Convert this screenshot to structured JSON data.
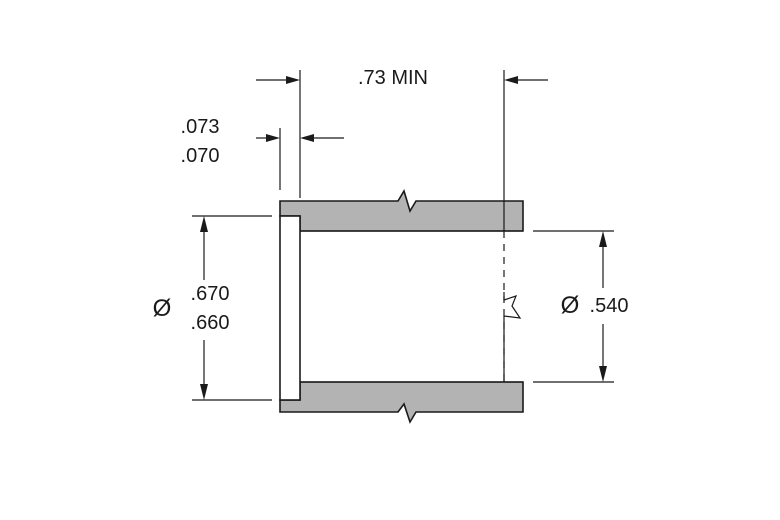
{
  "dimensions": {
    "flange_length": ".73 MIN",
    "flange_thickness_max": ".073",
    "flange_thickness_min": ".070",
    "outer_diameter_max": ".670",
    "outer_diameter_min": ".660",
    "inner_diameter": ".540",
    "diameter_symbol": "Ø"
  },
  "colors": {
    "part_fill": "#b3b3b3",
    "line": "#1a1a1a"
  }
}
